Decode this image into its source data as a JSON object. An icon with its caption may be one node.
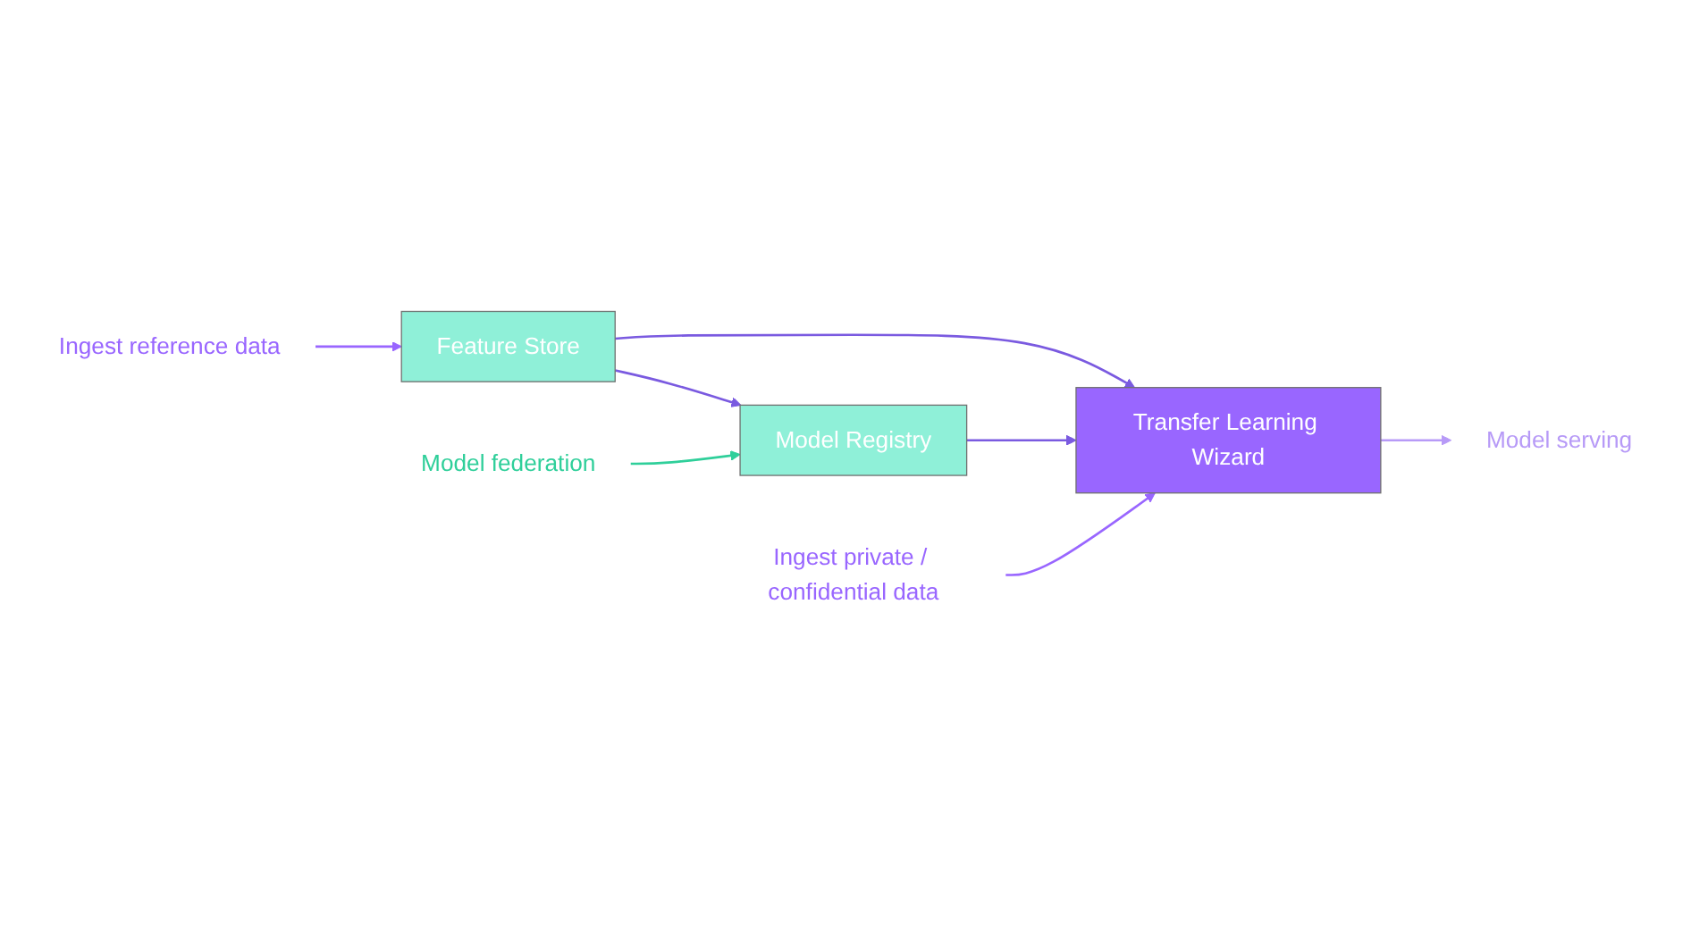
{
  "diagram": {
    "nodes": [
      {
        "text": [
          "Ingest reference data"
        ]
      },
      {
        "text": [
          "Feature Store"
        ]
      },
      {
        "text": [
          "Model Registry"
        ]
      },
      {
        "text": [
          "Transfer Learning Wizard"
        ]
      },
      {
        "text": [
          "Ingest private / confidential data"
        ]
      },
      {
        "text": [
          "Model serving"
        ]
      },
      {
        "text": [
          "Model federation"
        ]
      }
    ],
    "edges": [
      {
        "from": 0,
        "to": 1,
        "arrow": "to",
        "color": "#9966ff"
      },
      {
        "from": 1,
        "to": 3,
        "arrow": "to"
      },
      {
        "from": 1,
        "to": 2,
        "arrow": "to"
      },
      {
        "from": 2,
        "to": 3,
        "arrow": "to"
      },
      {
        "from": 4,
        "to": 3,
        "arrow": "to",
        "color": "#9966ff"
      },
      {
        "from": 3,
        "to": 5,
        "arrow": "to",
        "color": "#b79af7"
      },
      {
        "from": 6,
        "to": 2,
        "arrow": "to",
        "color": "#2fcf9a"
      }
    ]
  }
}
